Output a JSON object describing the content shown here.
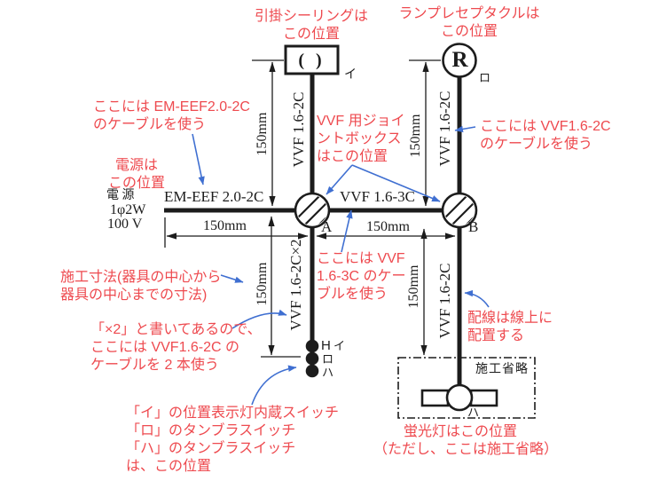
{
  "colors": {
    "red": "#ee4a4f",
    "blue": "#3f6fd1",
    "black": "#1c1c1c"
  },
  "notes": {
    "ceiling": [
      "引掛シーリングは",
      "この位置"
    ],
    "receptacle": [
      "ランプレセプタクルは",
      "この位置"
    ],
    "emeef_cable": [
      "ここには EM-EEF2.0-2C",
      "のケーブルを使う"
    ],
    "power_pos": [
      "電源は",
      "この位置"
    ],
    "joint_box": [
      "VVF 用ジョイ",
      "ントボックス",
      "はこの位置"
    ],
    "vvf2c_right": [
      "ここには VVF1.6-2C",
      "のケーブルを使う"
    ],
    "dimension": [
      "施工寸法(器具の中心から",
      "器具の中心までの寸法)"
    ],
    "x2": [
      "「×2」と書いてあるので、",
      "ここには VVF1.6-2C の",
      "ケーブルを 2 本使う"
    ],
    "vvf3c": [
      "ここには VVF",
      "1.6-3C のケー",
      "ブルを使う"
    ],
    "wiring": [
      "配線は線上に",
      "配置する"
    ],
    "fluorescent": [
      "蛍光灯はこの位置",
      "（ただし、ここは施工省略）"
    ],
    "switches": [
      "「イ」の位置表示灯内蔵スイッチ",
      "「ロ」のタンブラスイッチ",
      "「ハ」のタンブラスイッチ",
      "は、この位置"
    ]
  },
  "labels": {
    "d150": "150mm",
    "vvf162": "VVF 1.6-2C",
    "vvf162x2": "VVF 1.6-2C×2",
    "vvf163": "VVF 1.6-3C",
    "emeef": "EM-EEF 2.0-2C",
    "power_source": "電 源",
    "power_phase": "1φ2W",
    "power_voltage": "100 V",
    "joint_a": "A",
    "joint_b": "B",
    "ceiling_symbol": "( )",
    "receptacle_symbol": "R",
    "fixture_i": "イ",
    "fixture_ro": "ロ",
    "fixture_ha": "ハ",
    "switch_h": "H",
    "switch_i": "イ",
    "switch_ro": "ロ",
    "switch_ha": "ハ",
    "omission": "施工省略"
  }
}
